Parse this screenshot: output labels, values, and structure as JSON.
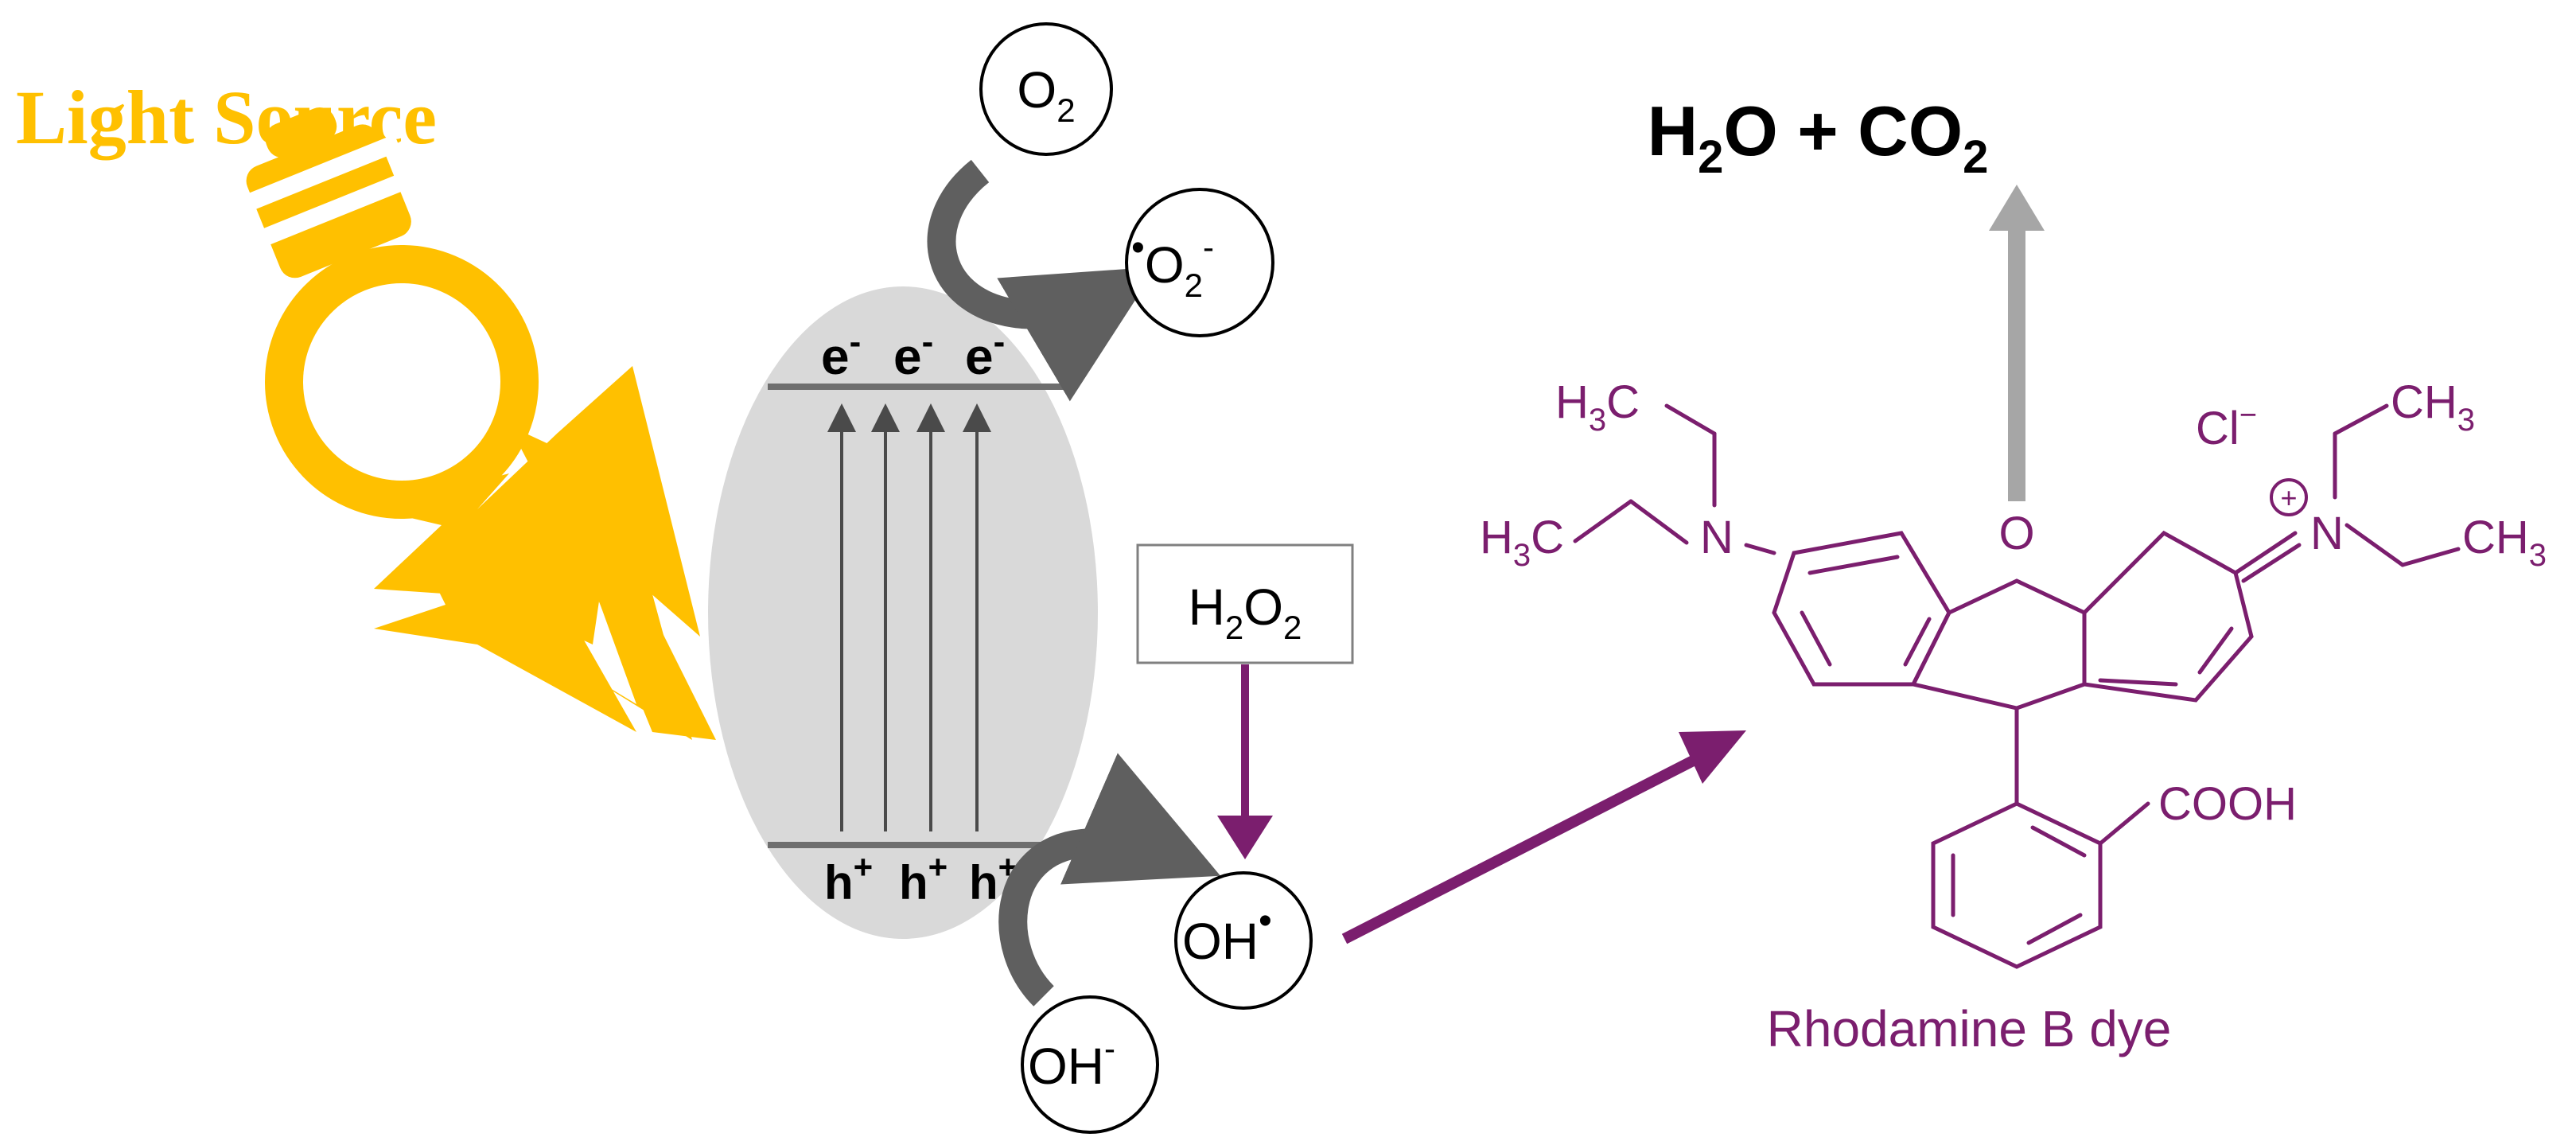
{
  "title": "Light Source",
  "products": {
    "h": "H",
    "h_sub": "2",
    "o": "O + CO",
    "co_sub": "2"
  },
  "oxygen": {
    "main": "O",
    "sub": "2"
  },
  "superoxide": {
    "dot": "•",
    "main": "O",
    "sub": "2",
    "sup": "-"
  },
  "peroxide": {
    "h": "H",
    "h_sub": "2",
    "o": "O",
    "o_sub": "2"
  },
  "hydroxyl_radical": {
    "main": "OH",
    "dot": "•"
  },
  "hydroxide": {
    "main": "OH",
    "sup": "-"
  },
  "electrons": {
    "symbol": "e",
    "sup": "-"
  },
  "holes": {
    "symbol": "h",
    "sup": "+"
  },
  "molecule": {
    "name": "Rhodamine B dye",
    "chloride": {
      "main": "Cl",
      "sup": "−"
    },
    "plus": "+",
    "n_left": "N",
    "n_right": "N",
    "o_ring": "O",
    "cooh": "COOH",
    "h3c": {
      "h": "H",
      "sub": "3",
      "c": "C"
    },
    "ch3": {
      "ch": "CH",
      "sub": "3"
    }
  },
  "colors": {
    "bulb": "#FFC000",
    "molecule": "#7B1E6E",
    "arrow_purple": "#7B1E6E",
    "semiconductor": "#D9D9D9",
    "gray_arrow": "#5F5F5F",
    "product_arrow": "#A6A6A6"
  }
}
